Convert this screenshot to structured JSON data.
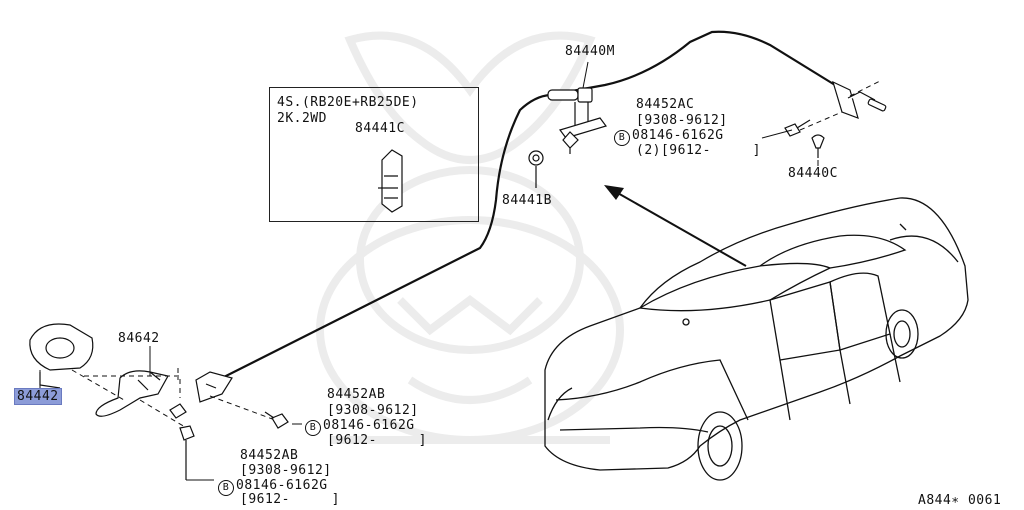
{
  "labels": {
    "cable": "84440M",
    "key_cylinder_bracket": "84441B",
    "spec_line1": "4S.(RB20E+RB25DE)",
    "spec_line2": "2K.2WD",
    "latch_part": "84441C",
    "bolt_top_part": "84452AC",
    "bolt_top_date1": "[9308-9612]",
    "bolt_top_code": "08146-6162G",
    "bolt_top_date2": "(2)[9612-     ]",
    "clip_part": "84440C",
    "housing": "84642",
    "handle_highlight": "84442",
    "bolt_mid_part": "84452AB",
    "bolt_mid_date1": "[9308-9612]",
    "bolt_mid_code": "08146-6162G",
    "bolt_mid_date2": "[9612-     ]",
    "bolt_low_part": "84452AB",
    "bolt_low_date1": "[9308-9612]",
    "bolt_low_code": "08146-6162G",
    "bolt_low_date2": "[9612-     ]",
    "bolt_symbol": "B",
    "figure_code": "A844∗ 0061"
  },
  "colors": {
    "ink": "#111111",
    "highlight": "#8c9cd8",
    "watermark": "#ececec"
  }
}
